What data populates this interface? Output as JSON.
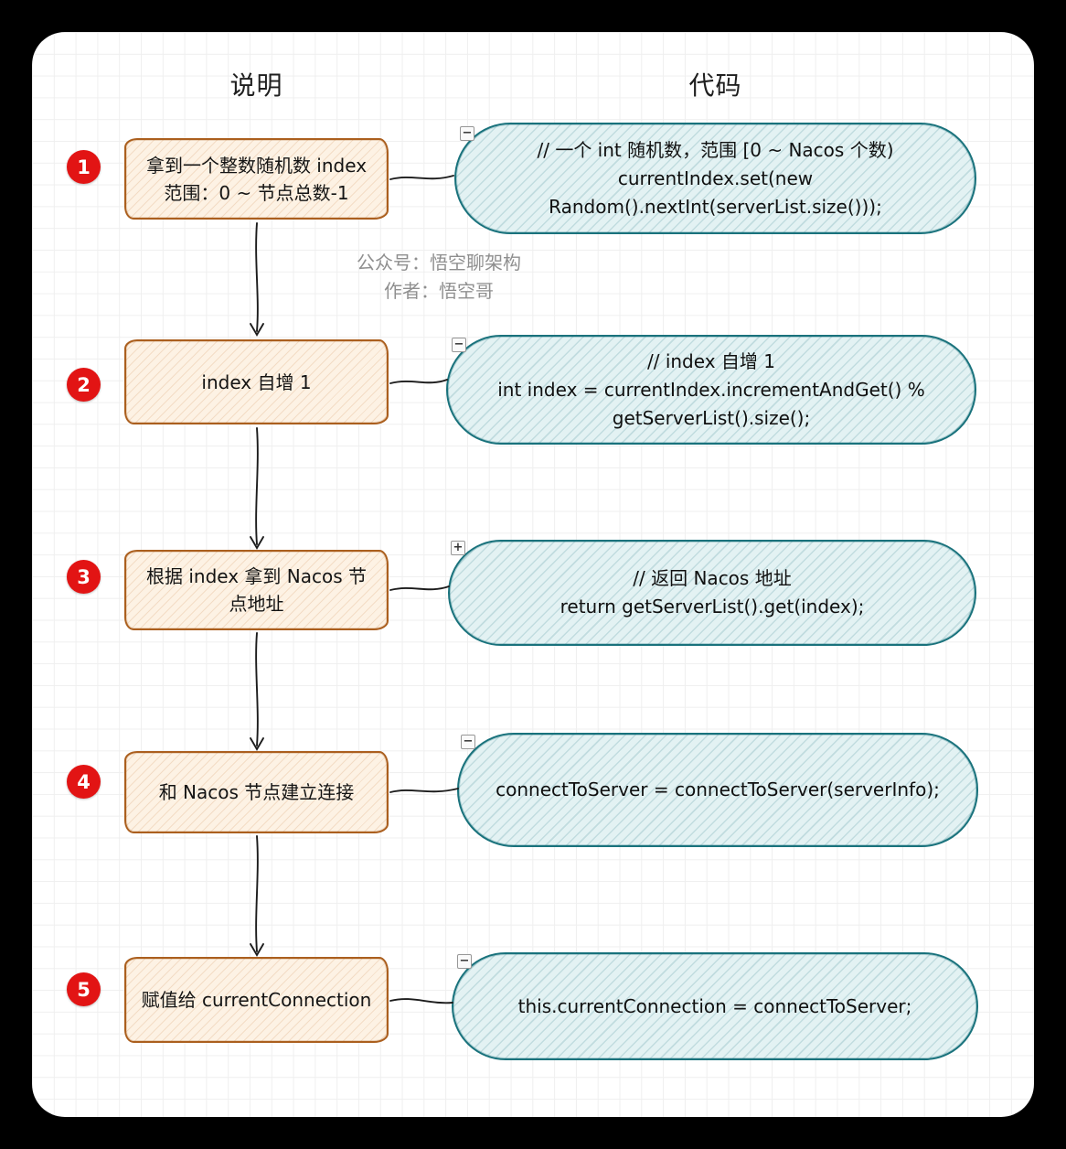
{
  "headers": {
    "left": "说明",
    "right": "代码"
  },
  "watermark": {
    "line1": "公众号：悟空聊架构",
    "line2": "作者：悟空哥"
  },
  "colors": {
    "background": "#000000",
    "card": "#ffffff",
    "badge_red": "#e21414",
    "desc_border_orange": "#ab5f1e",
    "desc_fill": "#fdf2e4",
    "code_border_teal": "#19727c",
    "code_fill": "#e3f2f3",
    "watermark_gray": "#8f8f8f"
  },
  "steps": [
    {
      "number": "1",
      "desc": "拿到一个整数随机数 index\n范围：0 ~ 节点总数-1",
      "code": "// 一个 int 随机数，范围 [0 ~ Nacos 个数)\ncurrentIndex.set(new\nRandom().nextInt(serverList.size()));",
      "toggle": "−"
    },
    {
      "number": "2",
      "desc": "index 自增 1",
      "code": "// index 自增 1\nint index = currentIndex.incrementAndGet() %\ngetServerList().size();",
      "toggle": "−"
    },
    {
      "number": "3",
      "desc": "根据 index 拿到 Nacos 节\n点地址",
      "code": "// 返回 Nacos 地址\nreturn getServerList().get(index);",
      "toggle": "+"
    },
    {
      "number": "4",
      "desc": "和 Nacos 节点建立连接",
      "code": "connectToServer = connectToServer(serverInfo);",
      "toggle": "−"
    },
    {
      "number": "5",
      "desc": "赋值给 currentConnection",
      "code": "this.currentConnection = connectToServer;",
      "toggle": "−"
    }
  ]
}
